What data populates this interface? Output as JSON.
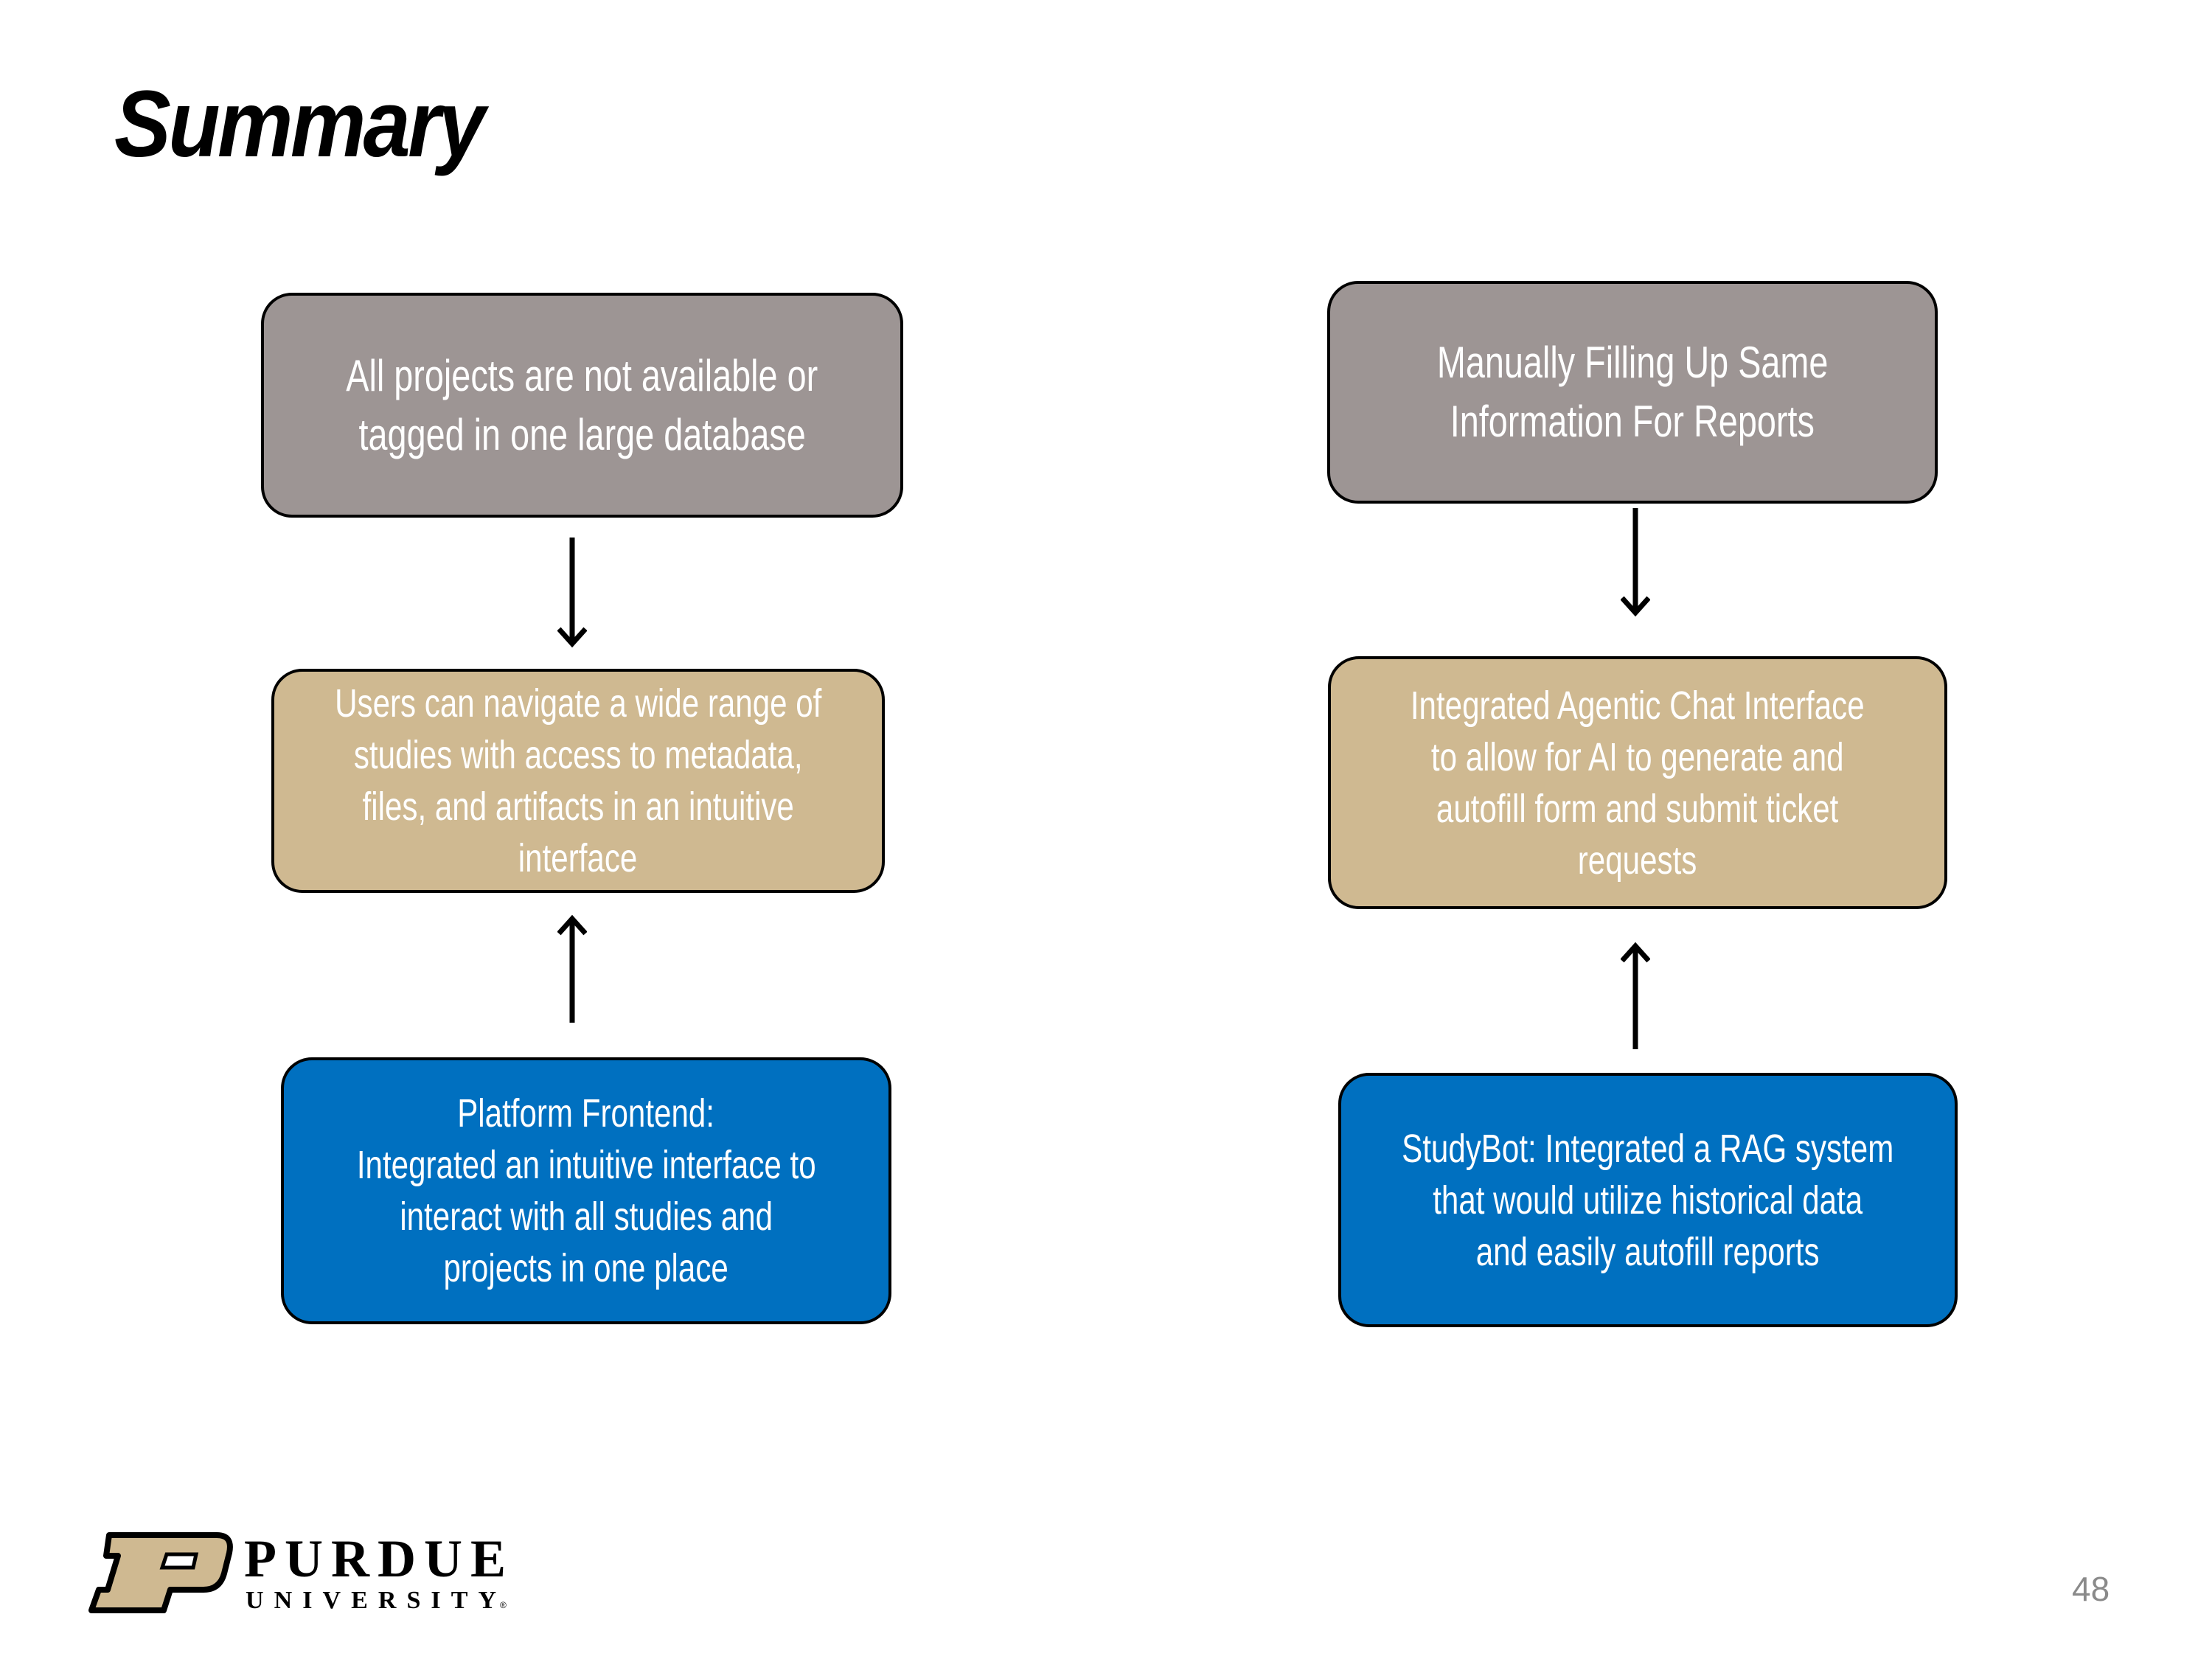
{
  "title": "Summary",
  "left": {
    "problem": [
      "All projects are not available or",
      "tagged in one large database"
    ],
    "outcome": [
      "Users can navigate a wide range of",
      "studies with access to metadata,",
      "files, and artifacts in an intuitive",
      "interface"
    ],
    "solution": [
      "Platform Frontend:",
      "Integrated an intuitive interface to",
      "interact with all studies and",
      "projects in one place"
    ]
  },
  "right": {
    "problem": [
      "Manually Filling Up Same",
      "Information For Reports"
    ],
    "outcome": [
      "Integrated Agentic Chat Interface",
      "to allow for AI to generate and",
      "autofill form and submit ticket",
      "requests"
    ],
    "solution": [
      "StudyBot: Integrated a RAG system",
      "that would utilize historical data",
      "and easily autofill reports"
    ]
  },
  "logo": {
    "name": "PURDUE",
    "sub": "UNIVERSITY"
  },
  "page_number": "48",
  "colors": {
    "gray": "#9d9594",
    "tan": "#cfb991",
    "blue": "#0070c0"
  }
}
